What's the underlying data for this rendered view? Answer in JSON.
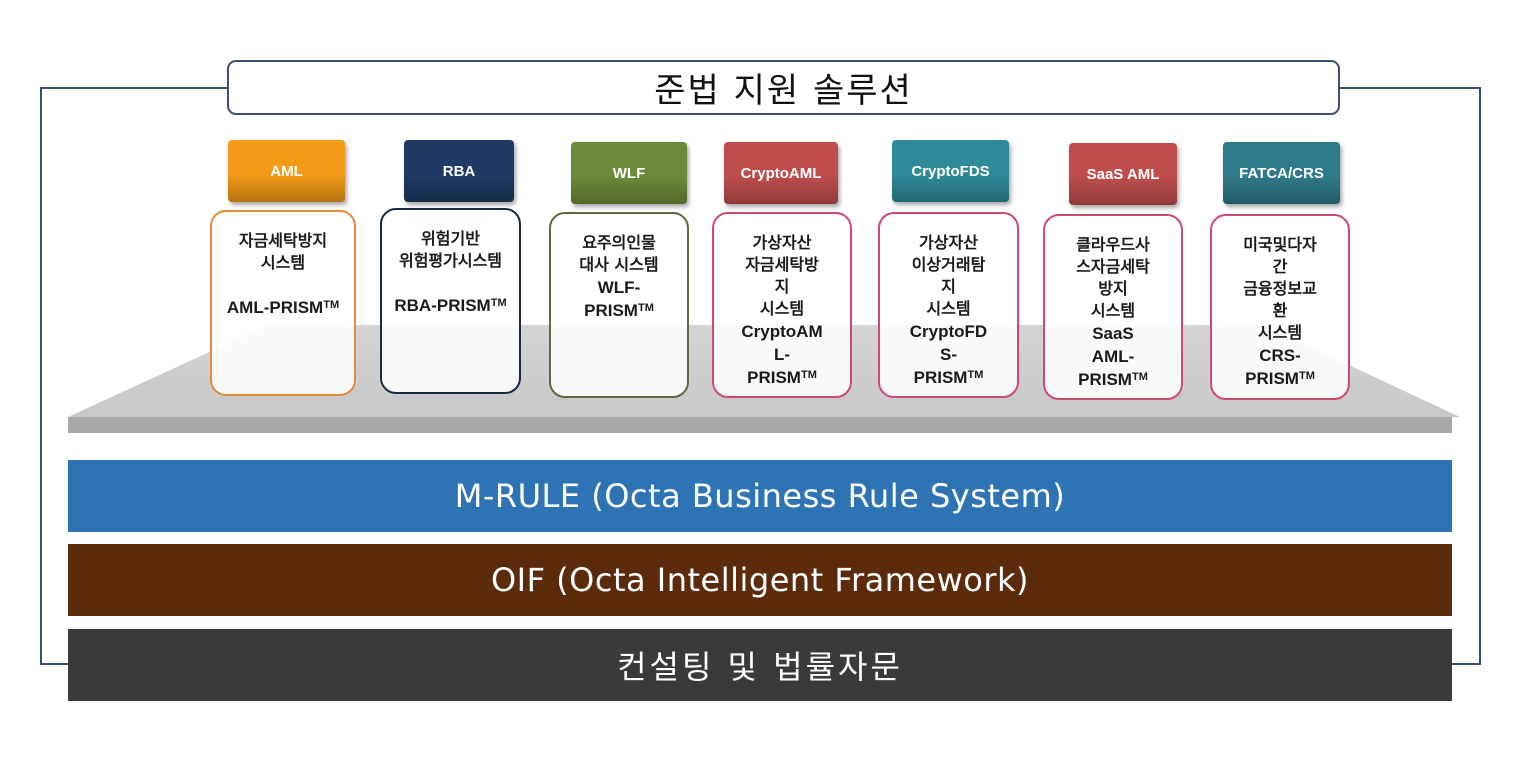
{
  "title": "준법 지원 솔루션",
  "solutions": [
    {
      "header": "AML",
      "header_color": "#f39a16",
      "border_color": "#e88a3b",
      "description": "자금세탁방지\n시스템",
      "product": "AML-PRISM",
      "tm": "TM"
    },
    {
      "header": "RBA",
      "header_color": "#1f3a64",
      "border_color": "#1a2a44",
      "description": "위험기반\n위험평가시스템",
      "product": "RBA-PRISM",
      "tm": "TM"
    },
    {
      "header": "WLF",
      "header_color": "#6d8a3a",
      "border_color": "#5d6a3b",
      "description": "요주의인물\n대사 시스템",
      "product": "WLF-\nPRISM",
      "tm": "TM"
    },
    {
      "header": "CryptoAML",
      "header_color": "#bf4d4d",
      "border_color": "#d04a6e",
      "description": "가상자산\n자금세탁방\n지\n시스템",
      "product": "CryptoAM\nL-\nPRISM",
      "tm": "TM"
    },
    {
      "header": "CryptoFDS",
      "header_color": "#2f8a9a",
      "border_color": "#d04a6e",
      "description": "가상자산\n이상거래탐\n지\n시스템",
      "product": "CryptoFD\nS-\nPRISM",
      "tm": "TM"
    },
    {
      "header": "SaaS AML",
      "header_color": "#bf4d4d",
      "border_color": "#d04a6e",
      "description": "클라우드사\n스자금세탁\n방지\n시스템",
      "product": "SaaS\nAML-\nPRISM",
      "tm": "TM"
    },
    {
      "header": "FATCA/CRS",
      "header_color": "#2f7a8a",
      "border_color": "#d04a6e",
      "description": "미국및다자\n간\n금융정보교\n환\n시스템",
      "product": "CRS-\nPRISM",
      "tm": "TM"
    }
  ],
  "layers": [
    {
      "label": "M-RULE (Octa Business Rule System)",
      "color": "#2e74b5"
    },
    {
      "label": "OIF (Octa Intelligent Framework)",
      "color": "#5b2b0b"
    },
    {
      "label": "컨설팅 및 법률자문",
      "color": "#3a3a3a"
    }
  ]
}
